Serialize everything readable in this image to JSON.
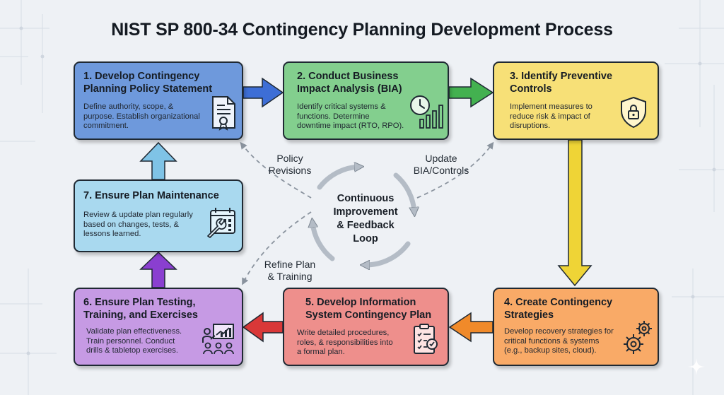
{
  "title": "NIST SP 800-34 Contingency Planning Development Process",
  "steps": [
    {
      "heading": [
        "1. Develop Contingency",
        "Planning Policy Statement"
      ],
      "body": [
        "Define authority, scope, &",
        "purpose. Establish organizational",
        "commitment."
      ],
      "icon": "policy-document-icon",
      "color": "#6e99dc"
    },
    {
      "heading": [
        "2. Conduct Business",
        "Impact Analysis (BIA)"
      ],
      "body": [
        "Identify critical systems &",
        "functions. Determine",
        "downtime impact (RTO, RPO)."
      ],
      "icon": "clock-chart-icon",
      "color": "#83cf8e"
    },
    {
      "heading": [
        "3. Identify Preventive",
        "Controls"
      ],
      "body": [
        "Implement measures to",
        "reduce risk & impact of",
        "disruptions."
      ],
      "icon": "shield-lock-icon",
      "color": "#f7e077"
    },
    {
      "heading": [
        "4. Create Contingency",
        "Strategies"
      ],
      "body": [
        "Develop recovery strategies for",
        "critical functions & systems",
        "(e.g., backup sites, cloud)."
      ],
      "icon": "gears-icon",
      "color": "#f9aa67"
    },
    {
      "heading": [
        "5. Develop Information",
        "System Contingency Plan"
      ],
      "body": [
        "Write detailed procedures,",
        "roles, & responsibilities into",
        "a formal plan."
      ],
      "icon": "checklist-icon",
      "color": "#ee8f8c"
    },
    {
      "heading": [
        "6. Ensure Plan Testing,",
        "Training, and Exercises"
      ],
      "body": [
        "Validate plan effectiveness.",
        "Train personnel. Conduct",
        "drills & tabletop exercises."
      ],
      "icon": "presentation-icon",
      "color": "#c69ae4"
    },
    {
      "heading": [
        "7. Ensure Plan Maintenance"
      ],
      "body": [
        "Review & update plan regularly",
        "based on changes, tests, &",
        "lessons learned."
      ],
      "icon": "calendar-wrench-icon",
      "color": "#a9d9ef"
    }
  ],
  "loop": {
    "lines": [
      "Continuous",
      "Improvement",
      "& Feedback",
      "Loop"
    ]
  },
  "feedback_labels": {
    "policy": [
      "Policy",
      "Revisions"
    ],
    "update": [
      "Update",
      "BIA/Controls"
    ],
    "refine": [
      "Refine Plan",
      "& Training"
    ]
  }
}
